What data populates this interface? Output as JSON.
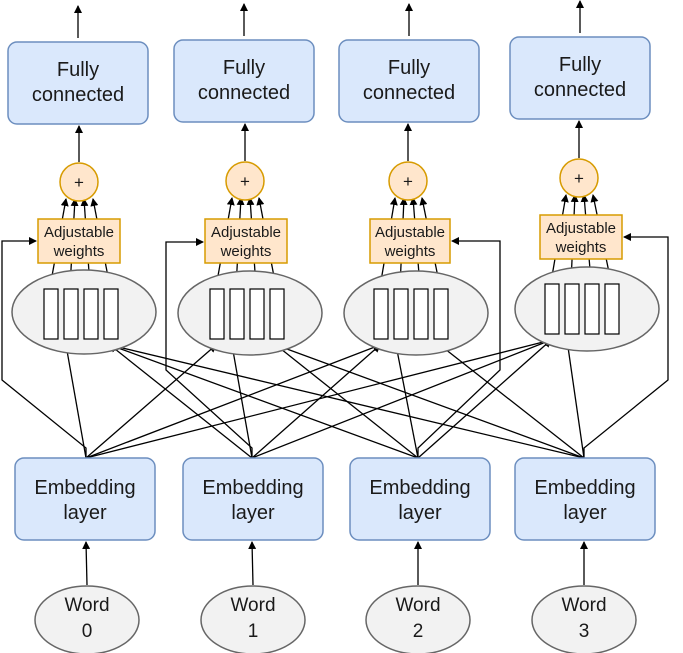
{
  "colors": {
    "box_fill": "#dae8fc",
    "box_stroke": "#6c8ebf",
    "adj_fill": "#ffe6cc",
    "adj_stroke": "#d79b00",
    "ellipse_fill": "#f2f2f2",
    "ellipse_stroke": "#666666",
    "edge": "#000000"
  },
  "columns": [
    {
      "fc_line1": "Fully",
      "fc_line2": "connected",
      "plus": "+",
      "adj_line1": "Adjustable",
      "adj_line2": "weights",
      "emb_line1": "Embedding",
      "emb_line2": "layer",
      "word_line1": "Word",
      "word_line2": "0"
    },
    {
      "fc_line1": "Fully",
      "fc_line2": "connected",
      "plus": "+",
      "adj_line1": "Adjustable",
      "adj_line2": "weights",
      "emb_line1": "Embedding",
      "emb_line2": "layer",
      "word_line1": "Word",
      "word_line2": "1"
    },
    {
      "fc_line1": "Fully",
      "fc_line2": "connected",
      "plus": "+",
      "adj_line1": "Adjustable",
      "adj_line2": "weights",
      "emb_line1": "Embedding",
      "emb_line2": "layer",
      "word_line1": "Word",
      "word_line2": "2"
    },
    {
      "fc_line1": "Fully",
      "fc_line2": "connected",
      "plus": "+",
      "adj_line1": "Adjustable",
      "adj_line2": "weights",
      "emb_line1": "Embedding",
      "emb_line2": "layer",
      "word_line1": "Word",
      "word_line2": "3"
    }
  ]
}
